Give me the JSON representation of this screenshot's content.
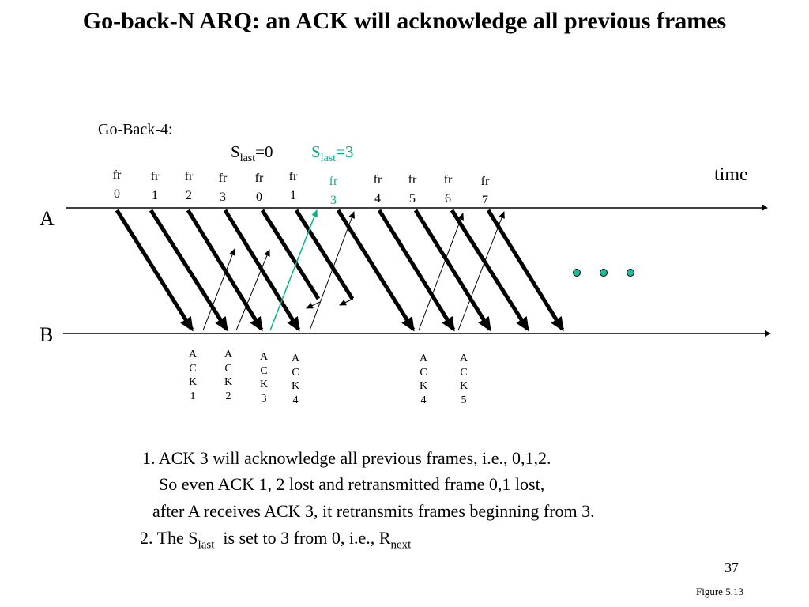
{
  "title": "Go-back-N ARQ: an ACK will acknowledge all previous frames",
  "go_back_label": "Go-Back-4:",
  "slast_initial": {
    "base": "S",
    "sub": "last",
    "rest": "=0"
  },
  "slast_updated": {
    "base": "S",
    "sub": "last",
    "rest": "=3",
    "color": "#00b386"
  },
  "time_label": "time",
  "sender_label": "A",
  "receiver_label": "B",
  "frames": [
    {
      "top": "fr",
      "num": "0"
    },
    {
      "top": "fr",
      "num": "1"
    },
    {
      "top": "fr",
      "num": "2"
    },
    {
      "top": "fr",
      "num": "3"
    },
    {
      "top": "fr",
      "num": "0"
    },
    {
      "top": "fr",
      "num": "1"
    },
    {
      "top": "fr",
      "num": "3",
      "color": "#00b386"
    },
    {
      "top": "fr",
      "num": "4"
    },
    {
      "top": "fr",
      "num": "5"
    },
    {
      "top": "fr",
      "num": "6"
    },
    {
      "top": "fr",
      "num": "7"
    }
  ],
  "acks": [
    {
      "letters": [
        "A",
        "C",
        "K"
      ],
      "num": "1"
    },
    {
      "letters": [
        "A",
        "C",
        "K"
      ],
      "num": "2"
    },
    {
      "letters": [
        "A",
        "C",
        "K"
      ],
      "num": "3"
    },
    {
      "letters": [
        "A",
        "C",
        "K"
      ],
      "num": "4"
    },
    {
      "letters": [
        "A",
        "C",
        "K"
      ],
      "num": "4"
    },
    {
      "letters": [
        "A",
        "C",
        "K"
      ],
      "num": "5"
    }
  ],
  "notes": {
    "line1": "1. ACK 3 will acknowledge all previous frames, i.e., 0,1,2.",
    "line2": "So even ACK 1, 2 lost and retransmitted frame 0,1 lost,",
    "line3": "after A receives ACK 3, it retransmits frames beginning from 3.",
    "line4_prefix": "2. The S",
    "line4_sub": "last",
    "line4_mid": "  is set to 3 from 0, i.e., R",
    "line4_sub2": "next"
  },
  "page_number": "37",
  "figure_label": "Figure 5.13",
  "colors": {
    "highlight": "#00b386",
    "dots": "#1abc9c"
  }
}
